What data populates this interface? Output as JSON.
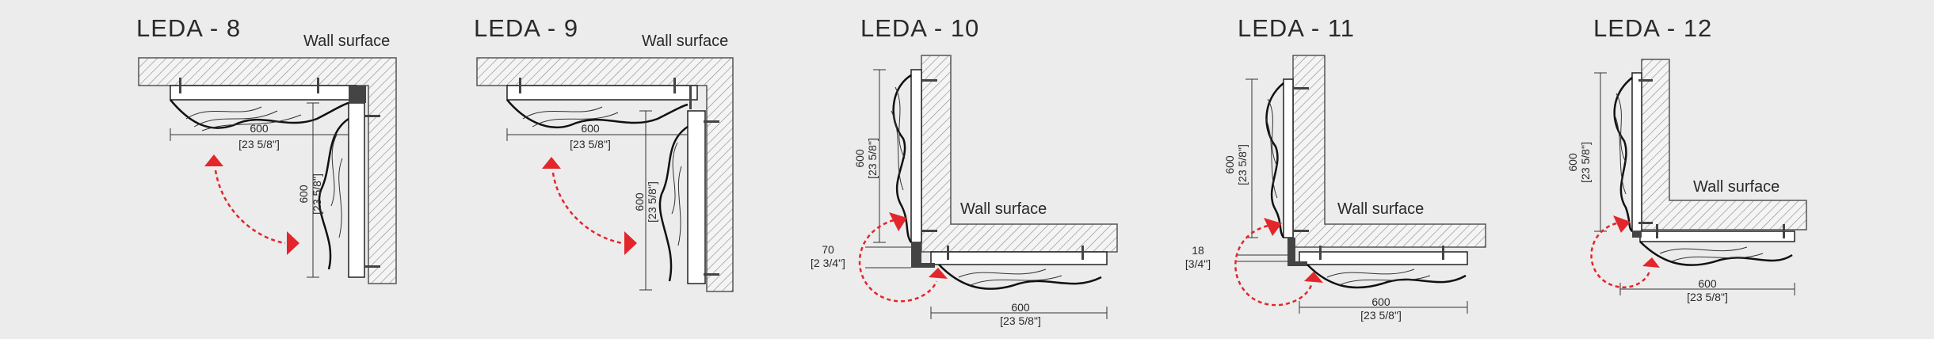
{
  "diagrams": [
    {
      "title": "LEDA - 8",
      "wall_label": "Wall surface",
      "dim_h": "600",
      "dim_h_in": "[23 5/8\"]",
      "dim_v": "600",
      "dim_v_in": "[23 5/8\"]"
    },
    {
      "title": "LEDA - 9",
      "wall_label": "Wall surface",
      "dim_h": "600",
      "dim_h_in": "[23 5/8\"]",
      "dim_v": "600",
      "dim_v_in": "[23 5/8\"]"
    },
    {
      "title": "LEDA - 10",
      "wall_label": "Wall surface",
      "dim_h": "600",
      "dim_h_in": "[23 5/8\"]",
      "dim_v": "600",
      "dim_v_in": "[23 5/8\"]",
      "dim_gap": "70",
      "dim_gap_in": "[2 3/4\"]"
    },
    {
      "title": "LEDA - 11",
      "wall_label": "Wall surface",
      "dim_h": "600",
      "dim_h_in": "[23 5/8\"]",
      "dim_v": "600",
      "dim_v_in": "[23 5/8\"]",
      "dim_gap": "18",
      "dim_gap_in": "[3/4\"]"
    },
    {
      "title": "LEDA - 12",
      "wall_label": "Wall surface",
      "dim_h": "600",
      "dim_h_in": "[23 5/8\"]",
      "dim_v": "600",
      "dim_v_in": "[23 5/8\"]"
    }
  ],
  "colors": {
    "arrow": "#e3262b",
    "background": "#ececec"
  }
}
